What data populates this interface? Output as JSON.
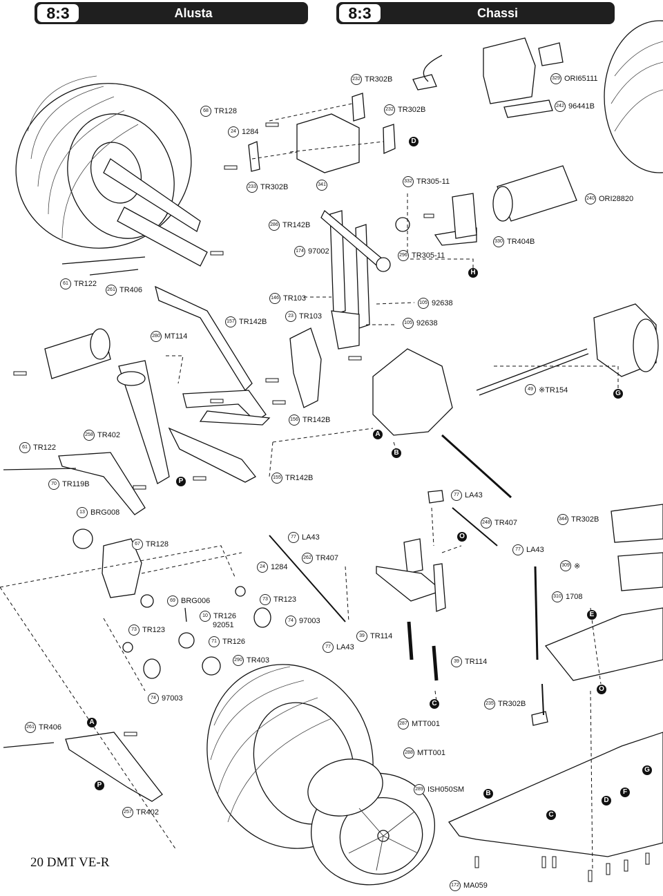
{
  "left_section": {
    "badge": "8:3",
    "title": "Alusta"
  },
  "right_section": {
    "badge": "8:3",
    "title": "Chassi"
  },
  "footer": "20 DMT VE-R",
  "part_labels": [
    {
      "num": "68",
      "code": "TR128"
    },
    {
      "num": "24",
      "code": "1284"
    },
    {
      "num": "232",
      "code": "TR302B"
    },
    {
      "num": "232",
      "code": "TR302B"
    },
    {
      "num": "329",
      "code": "ORI65111"
    },
    {
      "num": "242",
      "code": "96441B"
    },
    {
      "num": "233",
      "code": "TR302B"
    },
    {
      "num": "341",
      "code": ""
    },
    {
      "num": "332",
      "code": "TR305-11"
    },
    {
      "num": "240",
      "code": "ORI28820"
    },
    {
      "num": "286",
      "code": "TR142B"
    },
    {
      "num": "174",
      "code": "97002"
    },
    {
      "num": "296",
      "code": "TR305-11"
    },
    {
      "num": "330",
      "code": "TR404B"
    },
    {
      "num": "61",
      "code": "TR122"
    },
    {
      "num": "261",
      "code": "TR406"
    },
    {
      "num": "146",
      "code": "TR103"
    },
    {
      "num": "105",
      "code": "92638"
    },
    {
      "num": "23",
      "code": "TR103"
    },
    {
      "num": "105",
      "code": "92638"
    },
    {
      "num": "157",
      "code": "TR142B"
    },
    {
      "num": "280",
      "code": "MT114"
    },
    {
      "num": "49",
      "code": "※TR154"
    },
    {
      "num": "156",
      "code": "TR142B"
    },
    {
      "num": "61",
      "code": "TR122"
    },
    {
      "num": "258",
      "code": "TR402"
    },
    {
      "num": "155",
      "code": "TR142B"
    },
    {
      "num": "70",
      "code": "TR119B"
    },
    {
      "num": "77",
      "code": "LA43"
    },
    {
      "num": "13",
      "code": "BRG008"
    },
    {
      "num": "248",
      "code": "TR407"
    },
    {
      "num": "344",
      "code": "TR302B"
    },
    {
      "num": "77",
      "code": "LA43"
    },
    {
      "num": "77",
      "code": "LA43"
    },
    {
      "num": "67",
      "code": "TR128"
    },
    {
      "num": "262",
      "code": "TR407"
    },
    {
      "num": "309",
      "code": "※"
    },
    {
      "num": "24",
      "code": "1284"
    },
    {
      "num": "310",
      "code": "1708"
    },
    {
      "num": "73",
      "code": "TR123"
    },
    {
      "num": "69",
      "code": "BRG006"
    },
    {
      "num": "10",
      "code": "TR126"
    },
    {
      "num": "",
      "code": "92051"
    },
    {
      "num": "74",
      "code": "97003"
    },
    {
      "num": "73",
      "code": "TR123"
    },
    {
      "num": "39",
      "code": "TR114"
    },
    {
      "num": "71",
      "code": "TR126"
    },
    {
      "num": "77",
      "code": "LA43"
    },
    {
      "num": "290",
      "code": "TR403"
    },
    {
      "num": "39",
      "code": "TR114"
    },
    {
      "num": "74",
      "code": "97003"
    },
    {
      "num": "235",
      "code": "TR302B"
    },
    {
      "num": "261",
      "code": "TR406"
    },
    {
      "num": "287",
      "code": "MTT001"
    },
    {
      "num": "288",
      "code": "MTT001"
    },
    {
      "num": "289",
      "code": "ISH050SM"
    },
    {
      "num": "257",
      "code": "TR402"
    },
    {
      "num": "172",
      "code": "MA059"
    }
  ],
  "markers": [
    "D",
    "H",
    "G",
    "A",
    "B",
    "P",
    "O",
    "E",
    "O",
    "C",
    "A",
    "P",
    "B",
    "C",
    "D",
    "F",
    "G"
  ],
  "diagram_meta": {
    "line_color": "#111111",
    "fill_color": "#ffffff"
  }
}
